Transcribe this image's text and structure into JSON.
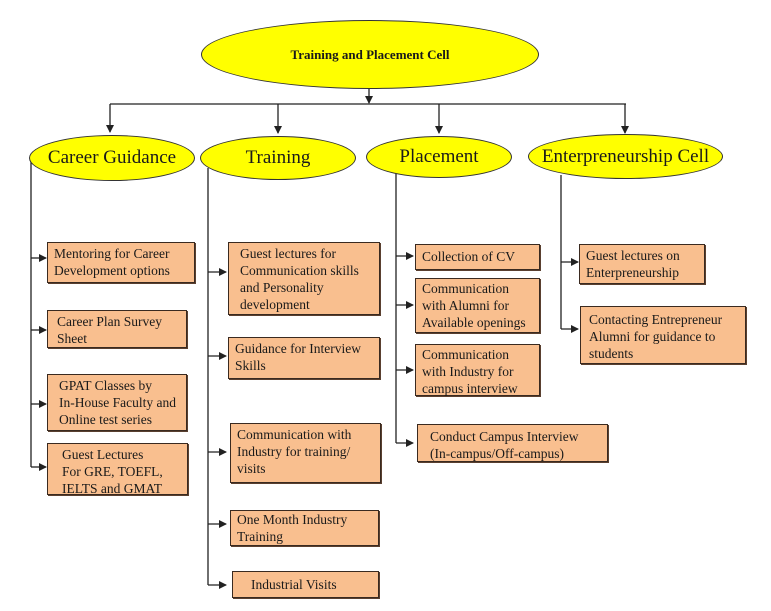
{
  "diagram": {
    "root": {
      "label": "Training and Placement Cell"
    },
    "branches": [
      {
        "label": "Career Guidance",
        "items": [
          "Mentoring for Career\nDevelopment options",
          "Career Plan Survey\nSheet",
          "GPAT Classes by\nIn-House Faculty and\nOnline test series",
          "Guest Lectures\nFor GRE, TOEFL,\nIELTS and GMAT"
        ]
      },
      {
        "label": "Training",
        "items": [
          "Guest lectures for\nCommunication skills\nand Personality\ndevelopment",
          "Guidance for Interview\nSkills",
          "Communication with\nIndustry for training/\nvisits",
          "One Month Industry\nTraining",
          "Industrial Visits"
        ]
      },
      {
        "label": "Placement",
        "items": [
          "Collection of CV",
          "Communication\nwith Alumni for\nAvailable openings",
          "Communication\nwith Industry for\ncampus interview",
          "Conduct Campus Interview\n(In-campus/Off-campus)"
        ]
      },
      {
        "label": "Enterpreneurship Cell",
        "items": [
          "Guest lectures on\nEnterpreneurship",
          "Contacting Entrepreneur\nAlumni for guidance to\nstudents"
        ]
      }
    ],
    "colors": {
      "ellipse_fill": "#ffff00",
      "box_fill": "#f9bf8f",
      "line": "#222222"
    }
  }
}
